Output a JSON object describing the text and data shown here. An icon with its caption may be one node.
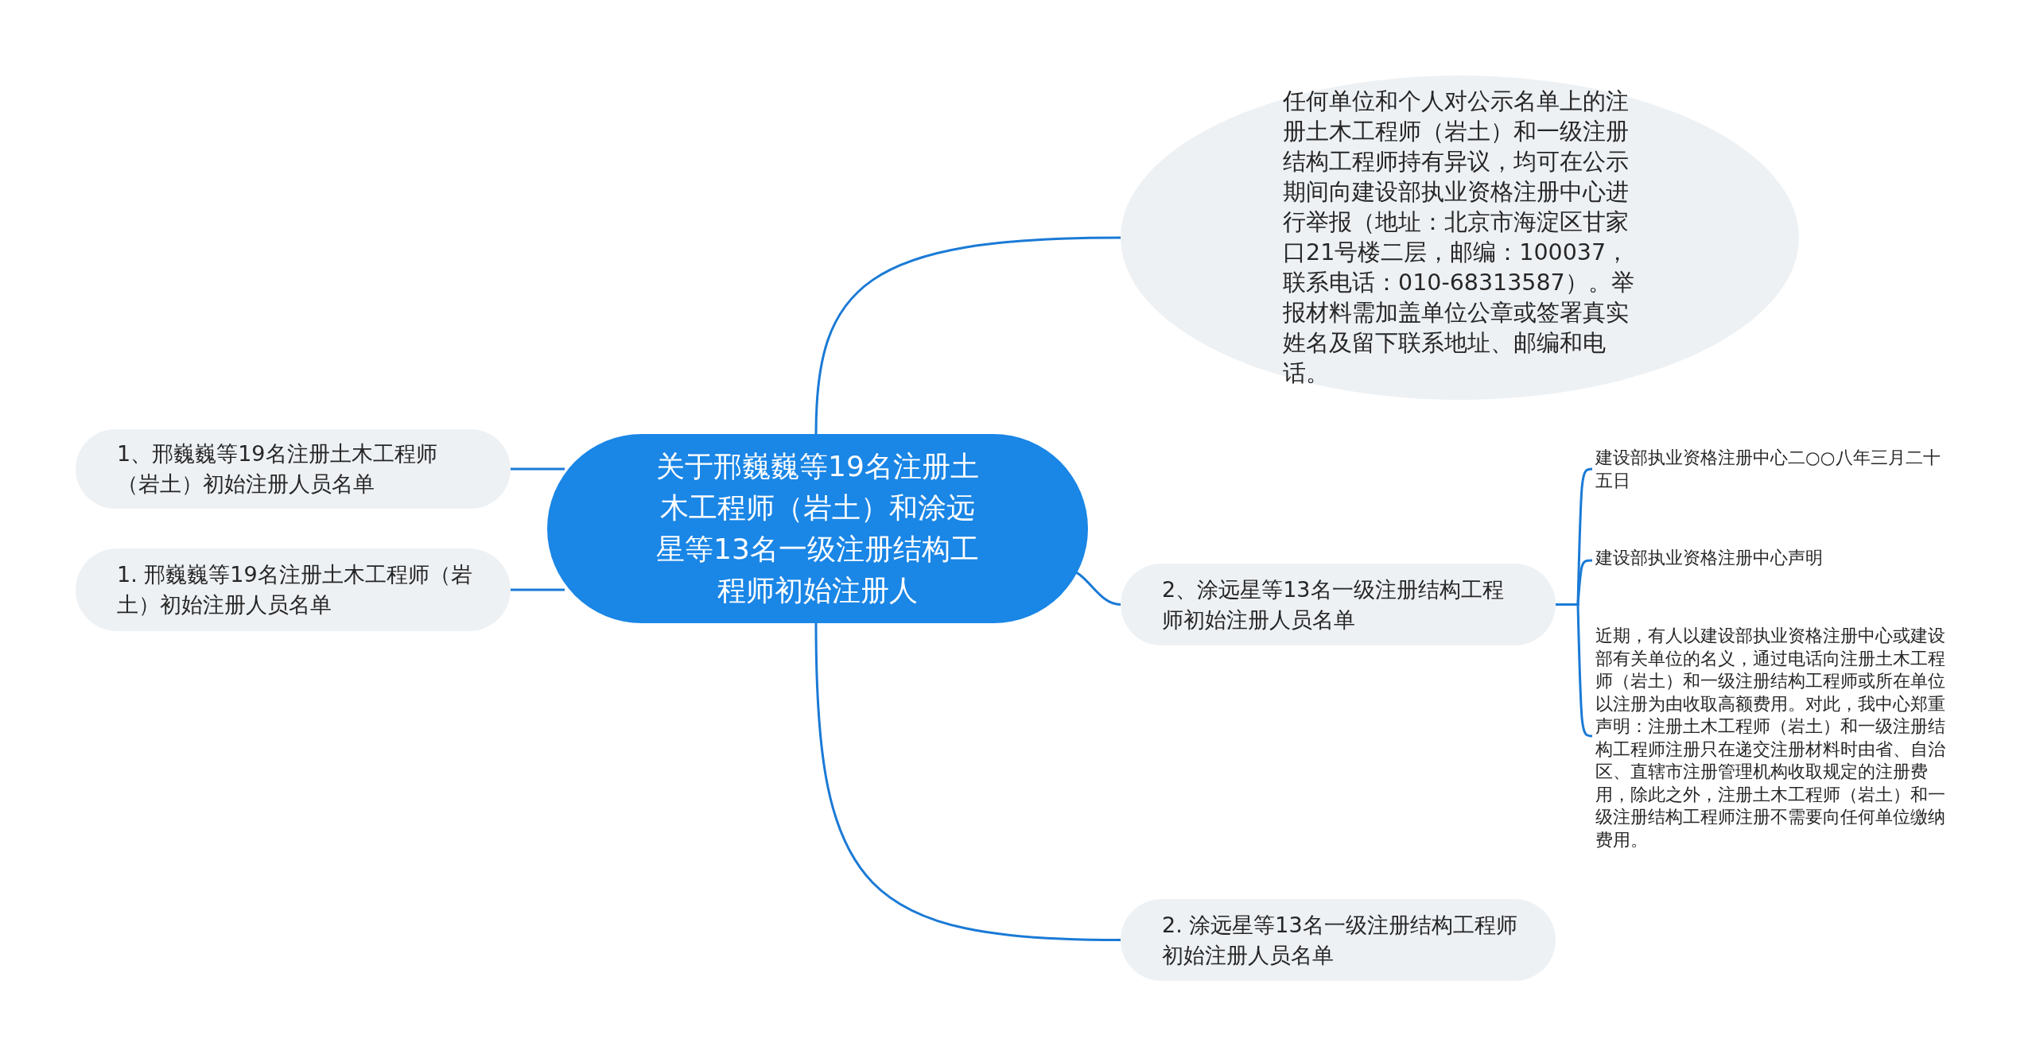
{
  "diagram": {
    "nodes": [
      {
        "text": [
          "关于邢巍巍等19名注册土木工程师（岩土）和涂远星等13名一级注册结构工程师初始注册人"
        ]
      },
      {
        "text": [
          "任何单位和个人对公示名单上的注册土木工程师（岩土）和一级注册结构工程师持有异议，均可在公示期间向建设部执业资格注册中心进行举报（地址：北京市海淀区甘家口21号楼二层，邮编：100037，联系电话：010-68313587）。举报材料需加盖单位公章或签署真实姓名及留下联系地址、邮编和电话。"
        ]
      },
      {
        "text": [
          "1、邢巍巍等19名注册土木工程师（岩土）初始注册人员名单"
        ]
      },
      {
        "text": [
          "1. 邢巍巍等19名注册土木工程师（岩土）初始注册人员名单"
        ]
      },
      {
        "text": [
          "2、涂远星等13名一级注册结构工程师初始注册人员名单"
        ]
      },
      {
        "text": [
          "建设部执业资格注册中心二○○八年三月二十五日"
        ]
      },
      {
        "text": [
          "建设部执业资格注册中心声明"
        ]
      },
      {
        "text": [
          "近期，有人以建设部执业资格注册中心或建设部有关单位的名义，通过电话向注册土木工程师（岩土）和一级注册结构工程师或所在单位以注册为由收取高额费用。对此，我中心郑重声明：注册土木工程师（岩土）和一级注册结构工程师注册只在递交注册材料时由省、自治区、直辖市注册管理机构收取规定的注册费用，除此之外，注册土木工程师（岩土）和一级注册结构工程师注册不需要向任何单位缴纳费用。"
        ]
      },
      {
        "text": [
          "2. 涂远星等13名一级注册结构工程师初始注册人员名单"
        ]
      }
    ],
    "edges": [
      {
        "from": 0,
        "to": 1,
        "arrow": "none"
      },
      {
        "from": 0,
        "to": 2,
        "arrow": "none"
      },
      {
        "from": 0,
        "to": 3,
        "arrow": "none"
      },
      {
        "from": 0,
        "to": 4,
        "arrow": "none"
      },
      {
        "from": 0,
        "to": 8,
        "arrow": "none"
      },
      {
        "from": 4,
        "to": 5,
        "arrow": "none"
      },
      {
        "from": 4,
        "to": 6,
        "arrow": "none"
      },
      {
        "from": 4,
        "to": 7,
        "arrow": "none"
      }
    ]
  }
}
